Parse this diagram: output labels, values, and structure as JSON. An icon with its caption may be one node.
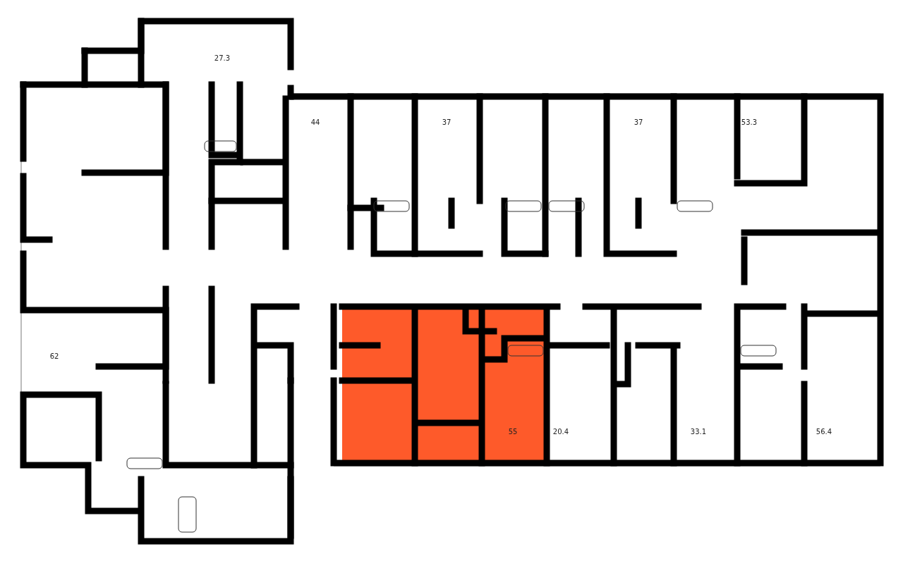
{
  "diagram": {
    "labels": [
      "27.3",
      "44",
      "37",
      "37",
      "53.3",
      "62",
      "55",
      "20.4",
      "33.1",
      "56.4"
    ]
  }
}
